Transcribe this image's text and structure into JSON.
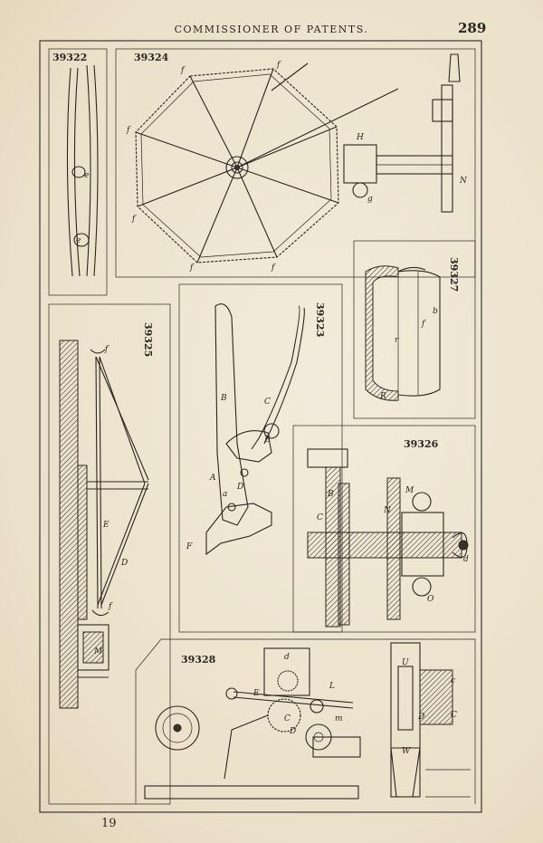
{
  "header": {
    "title": "COMMISSIONER OF PATENTS.",
    "page_number": "289"
  },
  "footer": {
    "signature": "19"
  },
  "figures": [
    {
      "number": "39322",
      "labels": [
        "e",
        "e"
      ]
    },
    {
      "number": "39324",
      "labels": [
        "f",
        "f",
        "f",
        "f",
        "f",
        "f",
        "H",
        "N",
        "g"
      ]
    },
    {
      "number": "39327",
      "labels": [
        "b",
        "f",
        "r",
        "R"
      ]
    },
    {
      "number": "39325",
      "labels": [
        "f",
        "E",
        "D",
        "f",
        "M"
      ]
    },
    {
      "number": "39323",
      "labels": [
        "B",
        "C",
        "E",
        "D",
        "A",
        "a",
        "F"
      ]
    },
    {
      "number": "39326",
      "labels": [
        "B",
        "C",
        "M",
        "N",
        "d",
        "O"
      ]
    },
    {
      "number": "39328",
      "labels": [
        "d",
        "L",
        "E",
        "C",
        "m",
        "D",
        "U",
        "c",
        "C",
        "D",
        "W"
      ]
    }
  ]
}
